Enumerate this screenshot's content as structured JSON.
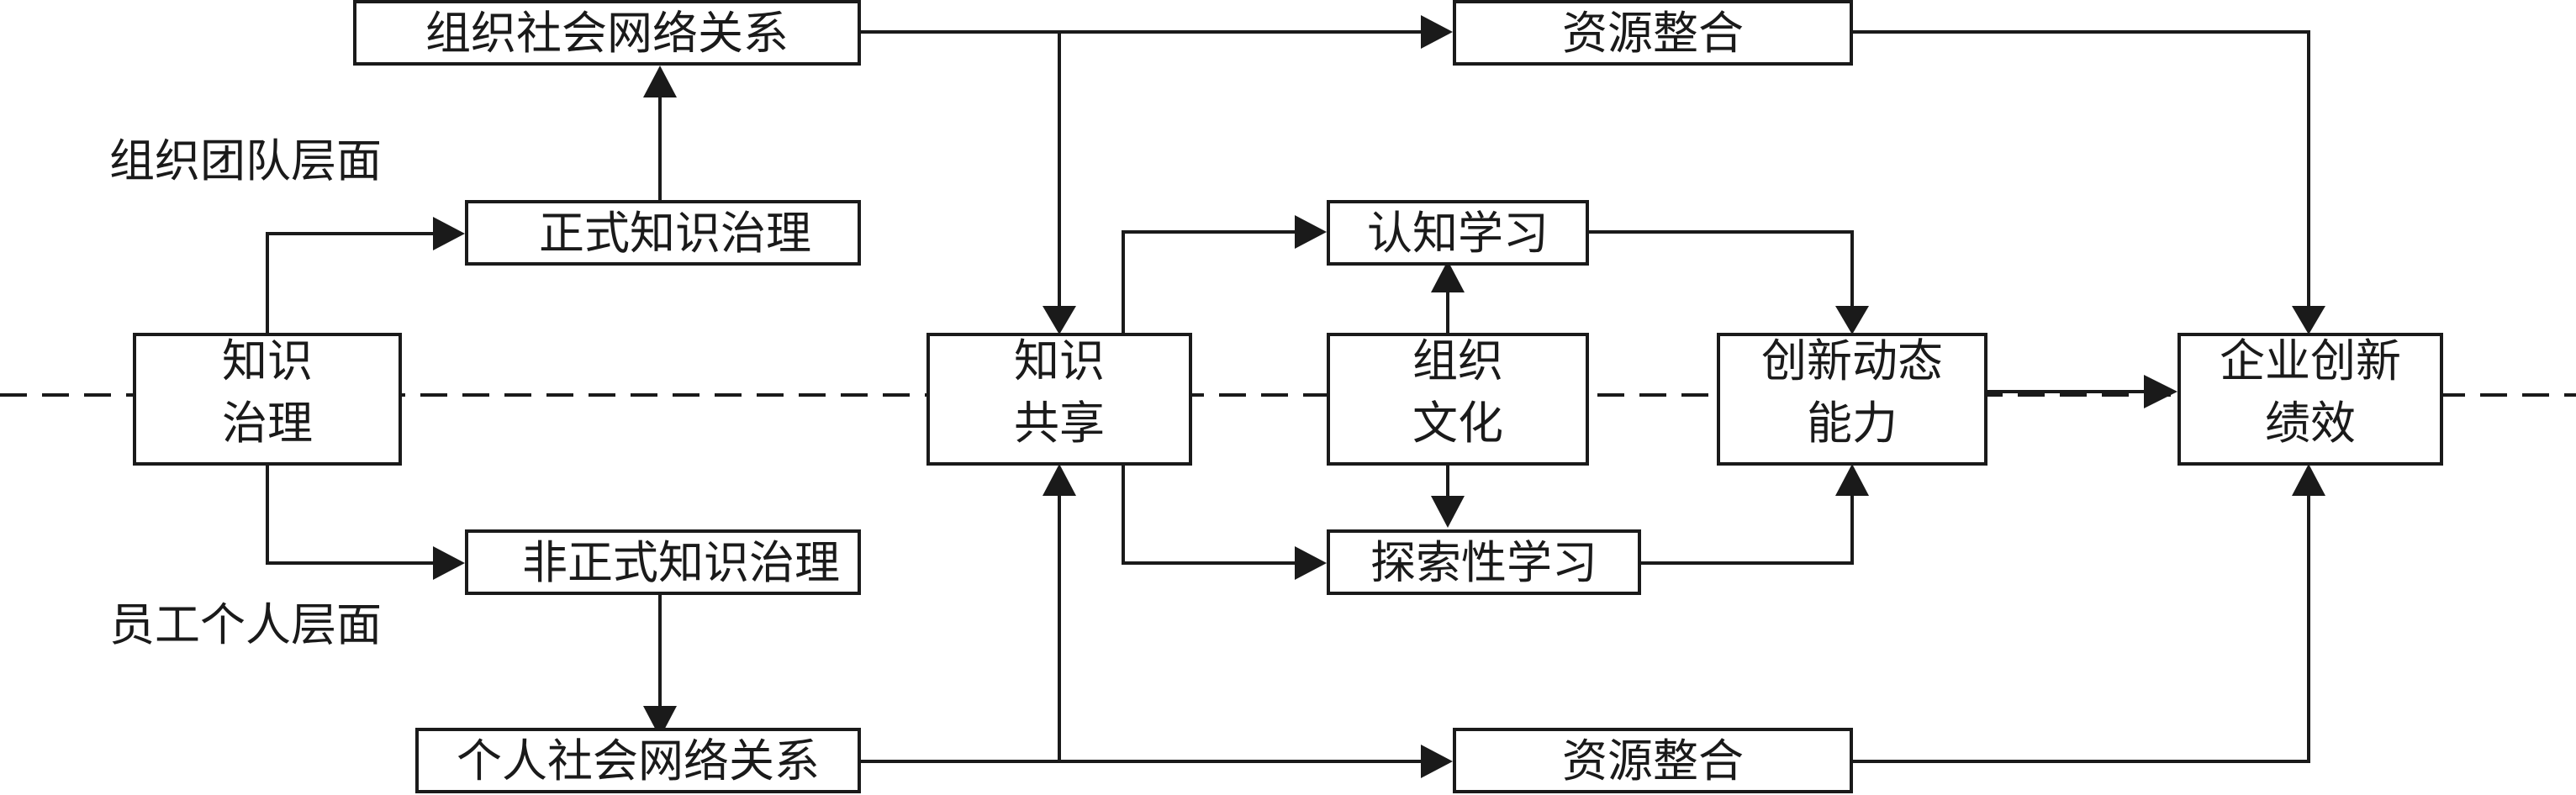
{
  "nodes": {
    "org_social_network": "组织社会网络关系",
    "resource_integration_top": "资源整合",
    "formal_governance": "正式知识治理",
    "knowledge_governance": [
      "知识",
      "治理"
    ],
    "knowledge_sharing": [
      "知识",
      "共享"
    ],
    "cognitive_learning": "认知学习",
    "org_culture": [
      "组织",
      "文化"
    ],
    "dynamic_capability": [
      "创新动态",
      "能力"
    ],
    "innovation_performance": [
      "企业创新",
      "绩效"
    ],
    "informal_governance": "非正式知识治理",
    "exploratory_learning": "探索性学习",
    "personal_social_network": "个人社会网络关系",
    "resource_integration_bottom": "资源整合"
  },
  "labels": {
    "org_team_level": "组织团队层面",
    "employee_level": "员工个人层面"
  }
}
